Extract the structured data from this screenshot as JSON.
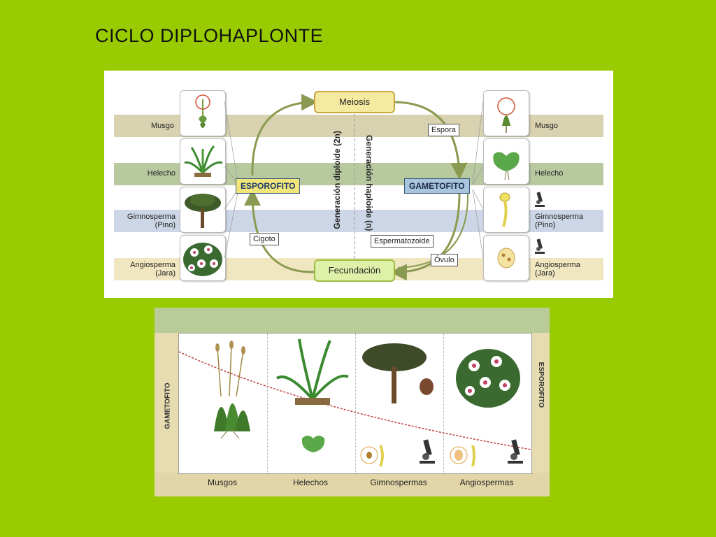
{
  "slide": {
    "title": "CICLO DIPLOHAPLONTE"
  },
  "cycle": {
    "left_rows": [
      {
        "label": "Musgo"
      },
      {
        "label": "Helecho"
      },
      {
        "label": "Gimnosperma\n(Pino)"
      },
      {
        "label": "Angiosperma\n(Jara)"
      }
    ],
    "right_rows": [
      {
        "label": "Musgo"
      },
      {
        "label": "Helecho"
      },
      {
        "label": "Gimnosperma\n(Pino)"
      },
      {
        "label": "Angiosperma\n(Jara)"
      }
    ],
    "meiosis": "Meiosis",
    "fecundacion": "Fecundación",
    "esporofito": "ESPOROFITO",
    "gametofito": "GAMETOFITO",
    "espora": "Espora",
    "cigoto": "Cigoto",
    "espermatozoide": "Espermatozoide",
    "ovulo": "Óvulo",
    "gen_diploide": "Generación diploide (2n)",
    "gen_haploide": "Generación haploide (n)",
    "colors": {
      "band_tan": "#d8d2b0",
      "band_green": "#b8c9a0",
      "band_blue": "#cdd6e6",
      "band_cream": "#f0e6c0",
      "arrow": "#8a9a50",
      "esporofito_bg": "#f2e57a",
      "gametofito_bg": "#a9c4dd"
    }
  },
  "comparison": {
    "columns": [
      "Musgos",
      "Helechos",
      "Gimnospermas",
      "Angiospermas"
    ],
    "left_label": "GAMETOFITO",
    "right_label": "ESPOROFITO"
  }
}
